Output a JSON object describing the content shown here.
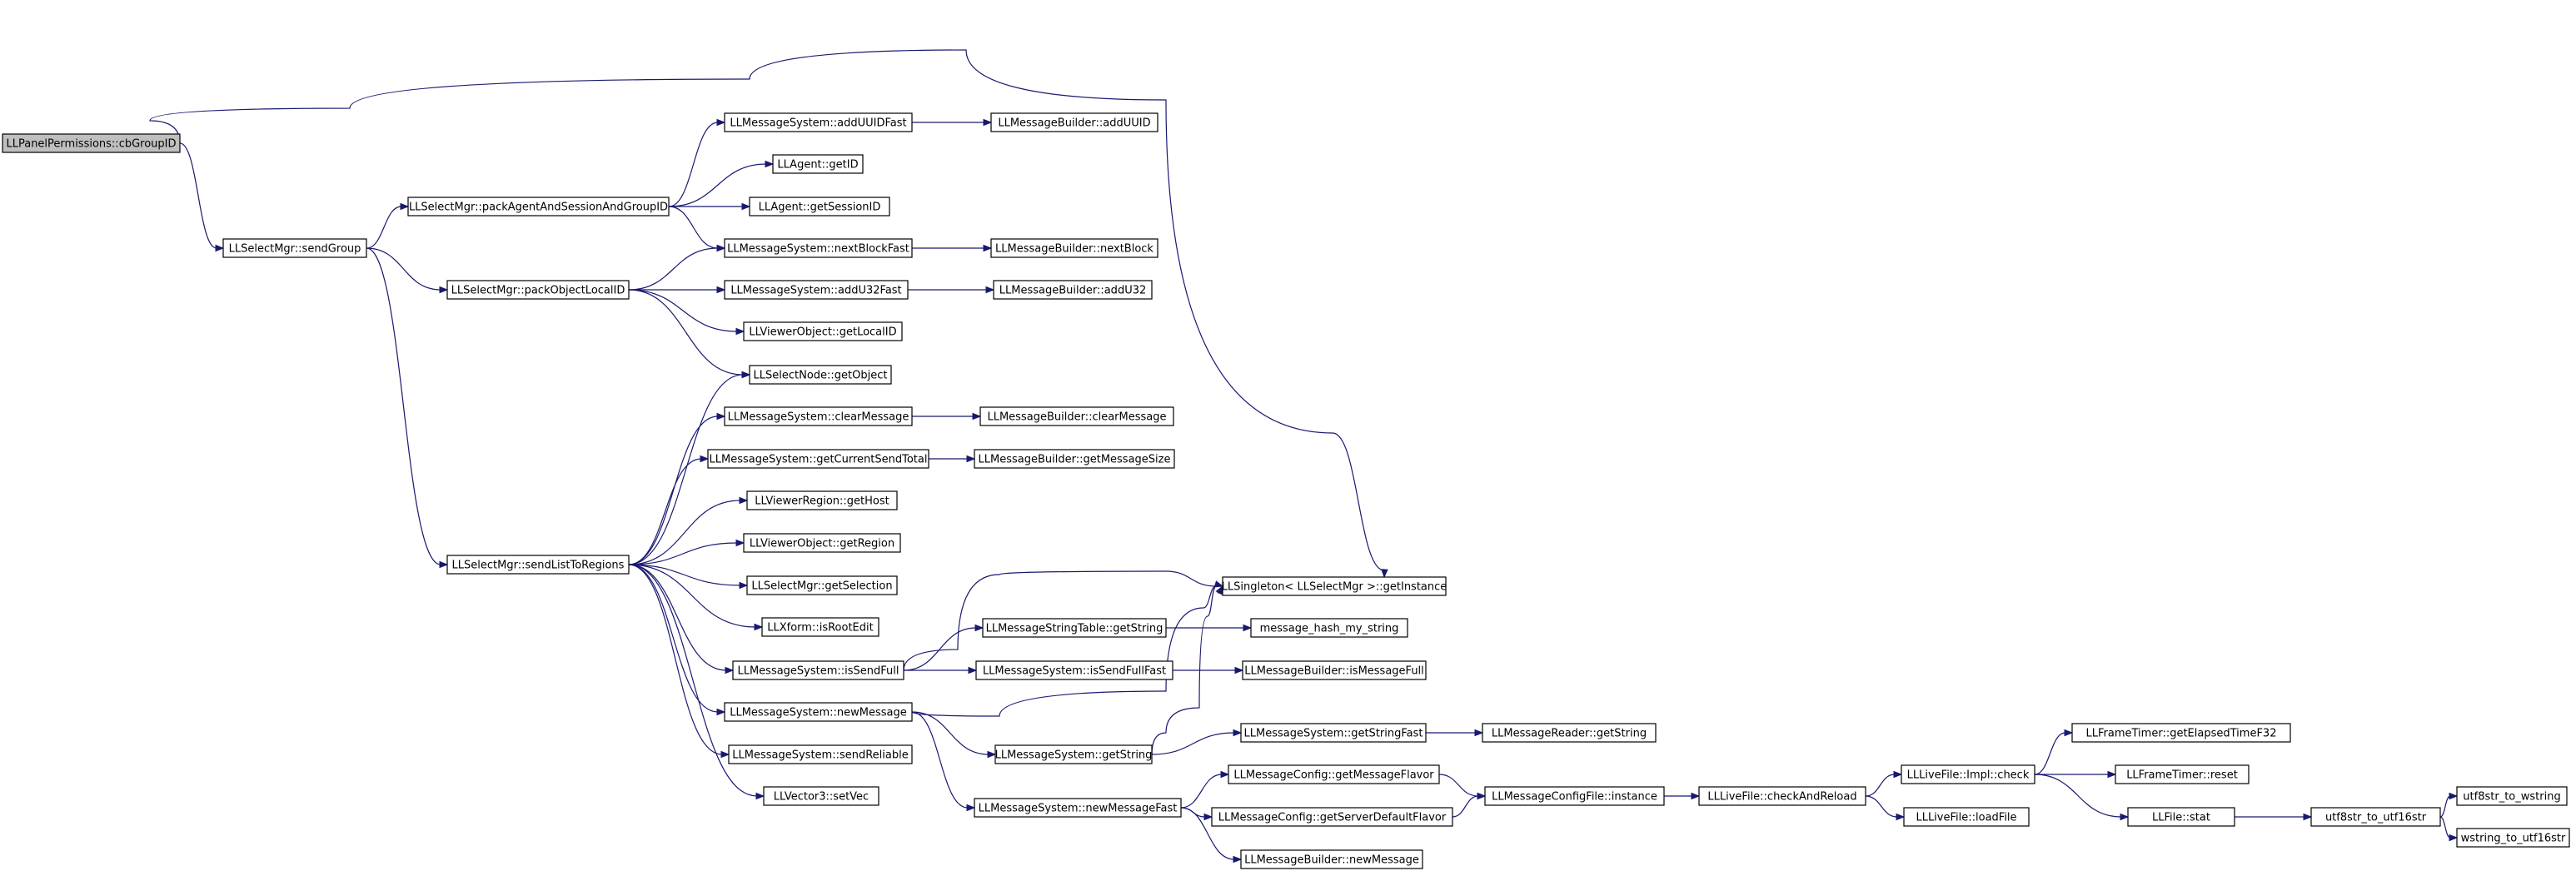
{
  "diagram": {
    "type": "call-graph",
    "colors": {
      "edge": "#191970",
      "root_fill": "#bfbfbf",
      "node_fill": "#ffffff",
      "node_border": "#000000"
    },
    "nodes": [
      {
        "id": "n0",
        "label": "LLPanelPermissions::cbGroupID",
        "root": true
      },
      {
        "id": "n1",
        "label": "LLSelectMgr::sendGroup"
      },
      {
        "id": "n2",
        "label": "LLSelectMgr::packAgentAndSessionAndGroupID"
      },
      {
        "id": "n3",
        "label": "LLSelectMgr::packObjectLocalID"
      },
      {
        "id": "n4",
        "label": "LLSelectMgr::sendListToRegions"
      },
      {
        "id": "n5",
        "label": "LLMessageSystem::addUUIDFast"
      },
      {
        "id": "n6",
        "label": "LLAgent::getID"
      },
      {
        "id": "n7",
        "label": "LLAgent::getSessionID"
      },
      {
        "id": "n8",
        "label": "LLMessageSystem::nextBlockFast"
      },
      {
        "id": "n9",
        "label": "LLMessageSystem::addU32Fast"
      },
      {
        "id": "n10",
        "label": "LLViewerObject::getLocalID"
      },
      {
        "id": "n11",
        "label": "LLSelectNode::getObject"
      },
      {
        "id": "n12",
        "label": "LLMessageSystem::clearMessage"
      },
      {
        "id": "n13",
        "label": "LLMessageSystem::getCurrentSendTotal"
      },
      {
        "id": "n14",
        "label": "LLViewerRegion::getHost"
      },
      {
        "id": "n15",
        "label": "LLViewerObject::getRegion"
      },
      {
        "id": "n16",
        "label": "LLSelectMgr::getSelection"
      },
      {
        "id": "n17",
        "label": "LLXform::isRootEdit"
      },
      {
        "id": "n18",
        "label": "LLMessageSystem::isSendFull"
      },
      {
        "id": "n19",
        "label": "LLMessageSystem::newMessage"
      },
      {
        "id": "n20",
        "label": "LLMessageSystem::sendReliable"
      },
      {
        "id": "n21",
        "label": "LLVector3::setVec"
      },
      {
        "id": "n22",
        "label": "LLMessageBuilder::addUUID"
      },
      {
        "id": "n23",
        "label": "LLMessageBuilder::nextBlock"
      },
      {
        "id": "n24",
        "label": "LLMessageBuilder::addU32"
      },
      {
        "id": "n25",
        "label": "LLMessageBuilder::clearMessage"
      },
      {
        "id": "n26",
        "label": "LLMessageBuilder::getMessageSize"
      },
      {
        "id": "n27",
        "label": "LLMessageStringTable::getString"
      },
      {
        "id": "n28",
        "label": "LLMessageSystem::isSendFullFast"
      },
      {
        "id": "n29",
        "label": "LLMessageSystem::getString"
      },
      {
        "id": "n30",
        "label": "LLMessageSystem::newMessageFast"
      },
      {
        "id": "n31",
        "label": "LLSingleton< LLSelectMgr >::getInstance"
      },
      {
        "id": "n32",
        "label": "message_hash_my_string"
      },
      {
        "id": "n33",
        "label": "LLMessageBuilder::isMessageFull"
      },
      {
        "id": "n34",
        "label": "LLMessageSystem::getStringFast"
      },
      {
        "id": "n35",
        "label": "LLMessageConfig::getMessageFlavor"
      },
      {
        "id": "n36",
        "label": "LLMessageConfig::getServerDefaultFlavor"
      },
      {
        "id": "n37",
        "label": "LLMessageBuilder::newMessage"
      },
      {
        "id": "n38",
        "label": "LLMessageReader::getString"
      },
      {
        "id": "n39",
        "label": "LLMessageConfigFile::instance"
      },
      {
        "id": "n40",
        "label": "LLLiveFile::checkAndReload"
      },
      {
        "id": "n41",
        "label": "LLLiveFile::Impl::check"
      },
      {
        "id": "n42",
        "label": "LLLiveFile::loadFile"
      },
      {
        "id": "n43",
        "label": "LLFrameTimer::getElapsedTimeF32"
      },
      {
        "id": "n44",
        "label": "LLFrameTimer::reset"
      },
      {
        "id": "n45",
        "label": "LLFile::stat"
      },
      {
        "id": "n46",
        "label": "utf8str_to_utf16str"
      },
      {
        "id": "n47",
        "label": "utf8str_to_wstring"
      },
      {
        "id": "n48",
        "label": "wstring_to_utf16str"
      }
    ],
    "edges": [
      [
        "n0",
        "n1"
      ],
      [
        "n0",
        "n31"
      ],
      [
        "n1",
        "n2"
      ],
      [
        "n1",
        "n3"
      ],
      [
        "n1",
        "n4"
      ],
      [
        "n2",
        "n5"
      ],
      [
        "n2",
        "n6"
      ],
      [
        "n2",
        "n7"
      ],
      [
        "n2",
        "n8"
      ],
      [
        "n3",
        "n8"
      ],
      [
        "n3",
        "n9"
      ],
      [
        "n3",
        "n10"
      ],
      [
        "n3",
        "n11"
      ],
      [
        "n4",
        "n11"
      ],
      [
        "n4",
        "n12"
      ],
      [
        "n4",
        "n13"
      ],
      [
        "n4",
        "n14"
      ],
      [
        "n4",
        "n15"
      ],
      [
        "n4",
        "n16"
      ],
      [
        "n4",
        "n17"
      ],
      [
        "n4",
        "n18"
      ],
      [
        "n4",
        "n19"
      ],
      [
        "n4",
        "n20"
      ],
      [
        "n4",
        "n21"
      ],
      [
        "n5",
        "n22"
      ],
      [
        "n8",
        "n23"
      ],
      [
        "n9",
        "n24"
      ],
      [
        "n12",
        "n25"
      ],
      [
        "n13",
        "n26"
      ],
      [
        "n18",
        "n27"
      ],
      [
        "n18",
        "n28"
      ],
      [
        "n18",
        "n31"
      ],
      [
        "n19",
        "n29"
      ],
      [
        "n19",
        "n30"
      ],
      [
        "n19",
        "n31"
      ],
      [
        "n27",
        "n32"
      ],
      [
        "n28",
        "n33"
      ],
      [
        "n29",
        "n34"
      ],
      [
        "n29",
        "n31"
      ],
      [
        "n30",
        "n35"
      ],
      [
        "n30",
        "n36"
      ],
      [
        "n30",
        "n37"
      ],
      [
        "n34",
        "n38"
      ],
      [
        "n35",
        "n39"
      ],
      [
        "n36",
        "n39"
      ],
      [
        "n39",
        "n40"
      ],
      [
        "n40",
        "n41"
      ],
      [
        "n40",
        "n42"
      ],
      [
        "n41",
        "n43"
      ],
      [
        "n41",
        "n44"
      ],
      [
        "n41",
        "n45"
      ],
      [
        "n45",
        "n46"
      ],
      [
        "n46",
        "n47"
      ],
      [
        "n46",
        "n48"
      ]
    ]
  }
}
